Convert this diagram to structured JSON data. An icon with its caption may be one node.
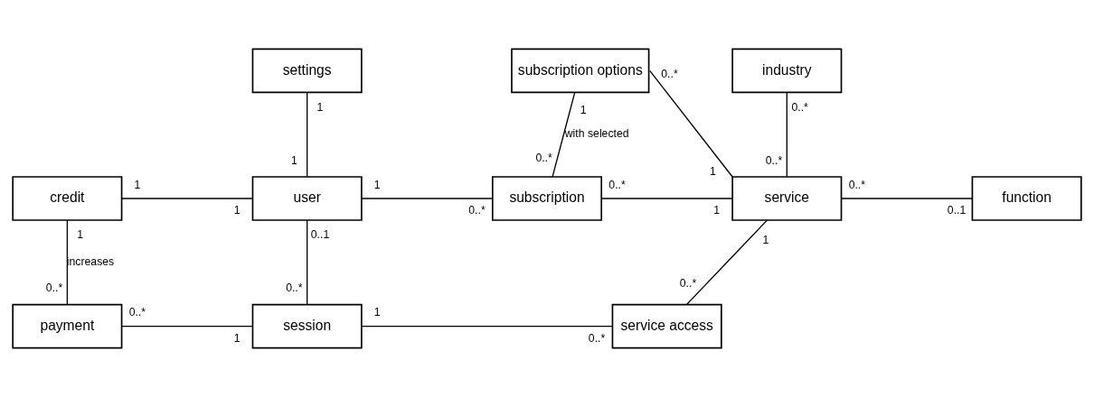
{
  "diagram": {
    "nodes": [
      {
        "text": [
          "settings"
        ]
      },
      {
        "text": [
          "subscription options"
        ]
      },
      {
        "text": [
          "industry"
        ]
      },
      {
        "text": [
          "credit"
        ]
      },
      {
        "text": [
          "user"
        ]
      },
      {
        "text": [
          "subscription"
        ]
      },
      {
        "text": [
          "service"
        ]
      },
      {
        "text": [
          "function"
        ]
      },
      {
        "text": [
          "payment"
        ]
      },
      {
        "text": [
          "session"
        ]
      },
      {
        "text": [
          "service access"
        ]
      }
    ],
    "edges": [
      {
        "from": 0,
        "to": 4,
        "arrow": "none"
      },
      {
        "from": 1,
        "to": 5,
        "arrow": "none",
        "label": "with selected"
      },
      {
        "from": 1,
        "to": 6,
        "arrow": "none"
      },
      {
        "from": 2,
        "to": 6,
        "arrow": "none"
      },
      {
        "from": 3,
        "to": 4,
        "arrow": "none"
      },
      {
        "from": 4,
        "to": 5,
        "arrow": "none"
      },
      {
        "from": 5,
        "to": 6,
        "arrow": "none"
      },
      {
        "from": 6,
        "to": 7,
        "arrow": "none"
      },
      {
        "from": 3,
        "to": 8,
        "arrow": "none",
        "label": "increases"
      },
      {
        "from": 4,
        "to": 9,
        "arrow": "none"
      },
      {
        "from": 8,
        "to": 9,
        "arrow": "none"
      },
      {
        "from": 9,
        "to": 10,
        "arrow": "none"
      },
      {
        "from": 6,
        "to": 10,
        "arrow": "none"
      }
    ],
    "labels": [
      "0..*",
      "1",
      "1",
      "0..*",
      "1",
      "0..*",
      "1",
      "0..*",
      "1",
      "1",
      "1",
      "0..*",
      "0..*",
      "1",
      "0..*",
      "0..1",
      "1",
      "0..1",
      "1",
      "0..*",
      "0..*",
      "0..*",
      "0..*",
      "1",
      "1",
      "0..*"
    ]
  }
}
